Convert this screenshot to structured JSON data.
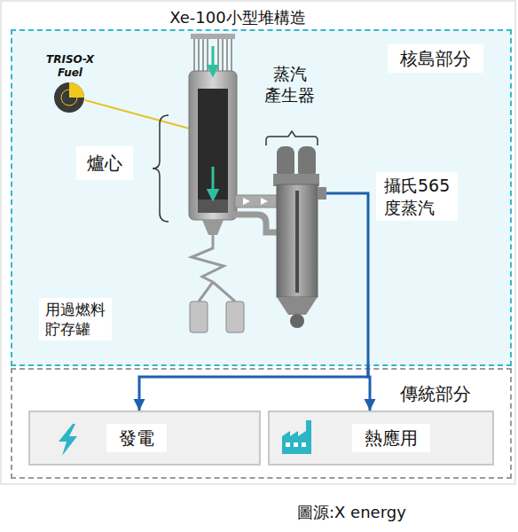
{
  "diagram": {
    "title": "Xe-100小型堆構造",
    "caption": "圖源:X energy",
    "nodes": [
      {
        "text": [
          "核島部分"
        ]
      },
      {
        "text": [
          "傳統部分"
        ]
      },
      {
        "text": [
          "發電"
        ],
        "in": 1
      },
      {
        "text": [
          "熱應用"
        ],
        "in": 1
      }
    ],
    "edges": [
      {
        "from": 0,
        "to": 2,
        "arrow": "to"
      },
      {
        "from": 0,
        "to": 3,
        "arrow": "to"
      }
    ],
    "labels": [
      "TRISO-X Fuel",
      "蒸汽 產生器",
      "爐心",
      "攝氏565 度蒸汽",
      "用過燃料 貯存罐"
    ]
  }
}
